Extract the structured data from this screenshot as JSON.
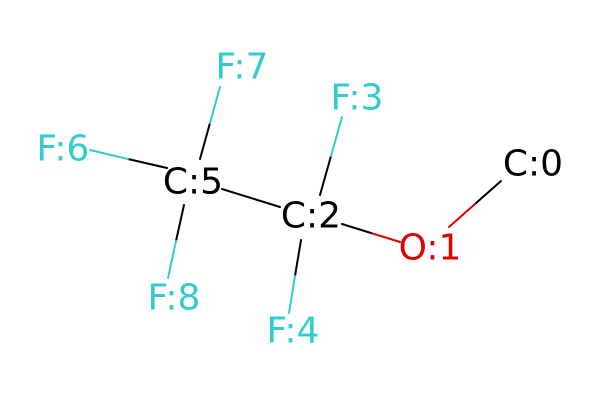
{
  "colors": {
    "carbon": "#000000",
    "oxygen": "#e00000",
    "fluorine": "#33cccc",
    "background": "#ffffff"
  },
  "atoms": [
    {
      "id": "c0",
      "label": "C:0",
      "element": "C"
    },
    {
      "id": "o1",
      "label": "O:1",
      "element": "O"
    },
    {
      "id": "c2",
      "label": "C:2",
      "element": "C"
    },
    {
      "id": "f3",
      "label": "F:3",
      "element": "F"
    },
    {
      "id": "f4",
      "label": "F:4",
      "element": "F"
    },
    {
      "id": "c5",
      "label": "C:5",
      "element": "C"
    },
    {
      "id": "f6",
      "label": "F:6",
      "element": "F"
    },
    {
      "id": "f7",
      "label": "F:7",
      "element": "F"
    },
    {
      "id": "f8",
      "label": "F:8",
      "element": "F"
    }
  ],
  "bonds": [
    {
      "from": "c0",
      "to": "o1",
      "order": 1
    },
    {
      "from": "o1",
      "to": "c2",
      "order": 1
    },
    {
      "from": "c2",
      "to": "f3",
      "order": 1
    },
    {
      "from": "c2",
      "to": "f4",
      "order": 1
    },
    {
      "from": "c2",
      "to": "c5",
      "order": 1
    },
    {
      "from": "c5",
      "to": "f6",
      "order": 1
    },
    {
      "from": "c5",
      "to": "f7",
      "order": 1
    },
    {
      "from": "c5",
      "to": "f8",
      "order": 1
    }
  ]
}
